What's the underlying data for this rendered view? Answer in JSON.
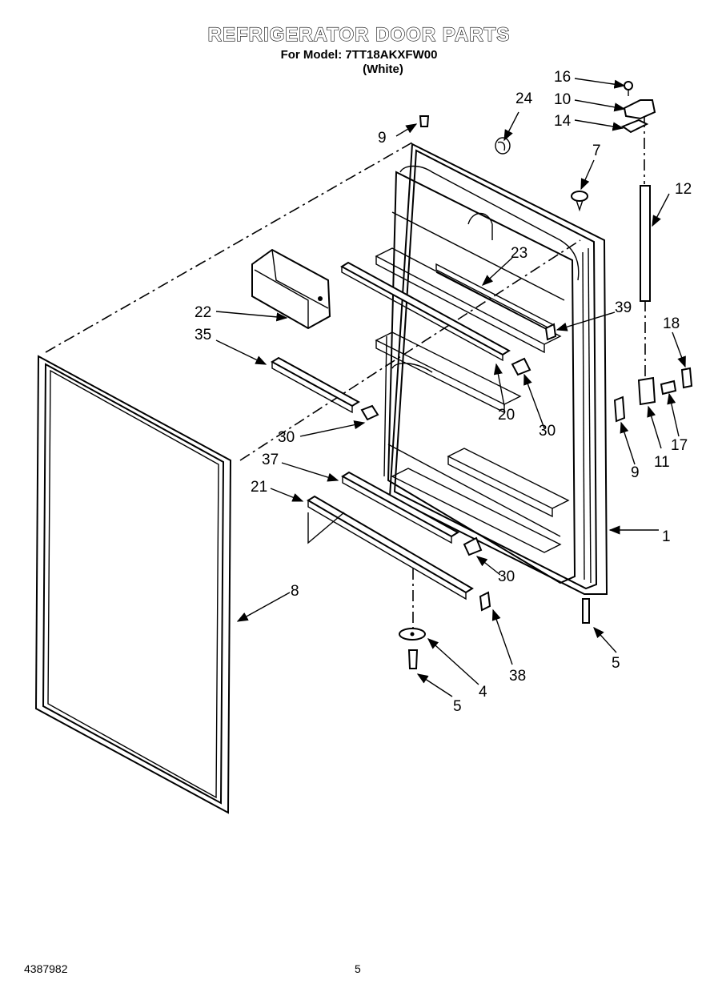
{
  "header": {
    "title": "REFRIGERATOR DOOR PARTS",
    "model_line": "For Model: 7TT18AKXFW00",
    "color_line": "(White)"
  },
  "callouts": [
    "1",
    "4",
    "5",
    "5",
    "7",
    "8",
    "9",
    "9",
    "10",
    "11",
    "12",
    "14",
    "16",
    "17",
    "18",
    "20",
    "21",
    "22",
    "23",
    "24",
    "30",
    "30",
    "30",
    "35",
    "37",
    "38",
    "39"
  ],
  "footer": {
    "doc_number": "4387982",
    "page_number": "5"
  }
}
